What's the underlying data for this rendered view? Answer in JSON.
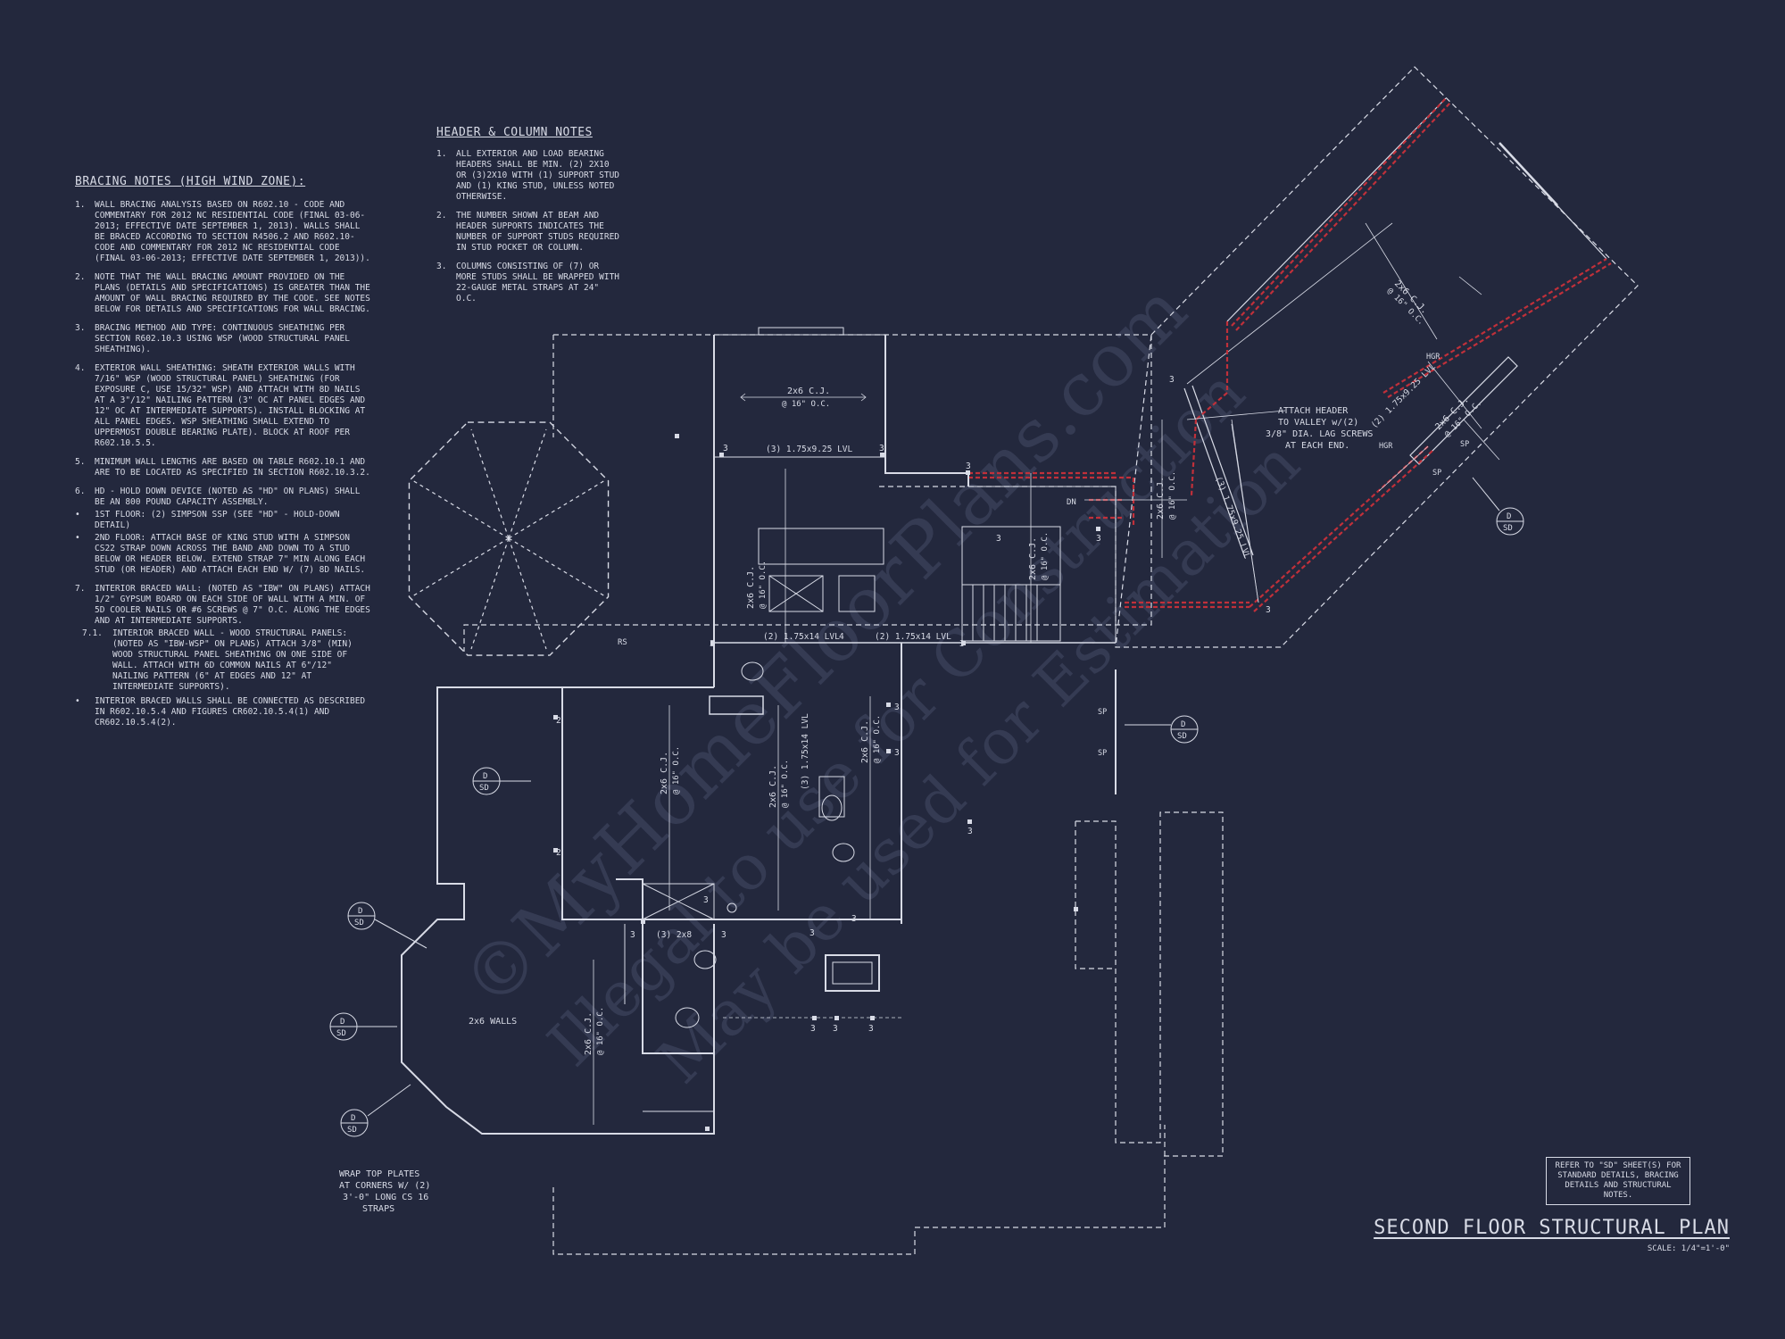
{
  "watermark": {
    "line1": "©MyHomeFloorPlans.com",
    "line2": "Illegal to use for Construction",
    "line3": "May be used for Estimation"
  },
  "bracing": {
    "title": "BRACING NOTES (HIGH WIND ZONE):",
    "notes": [
      {
        "num": "1.",
        "text": "WALL BRACING ANALYSIS BASED ON R602.10 - CODE AND COMMENTARY FOR 2012 NC RESIDENTIAL CODE (FINAL 03-06-2013; EFFECTIVE DATE SEPTEMBER 1, 2013). WALLS SHALL BE BRACED ACCORDING TO SECTION R4506.2 AND R602.10- CODE AND COMMENTARY FOR 2012 NC RESIDENTIAL CODE (FINAL 03-06-2013; EFFECTIVE DATE SEPTEMBER 1, 2013))."
      },
      {
        "num": "2.",
        "text": "NOTE THAT THE WALL BRACING AMOUNT PROVIDED ON THE PLANS (DETAILS AND SPECIFICATIONS) IS GREATER THAN THE AMOUNT OF WALL BRACING REQUIRED BY THE CODE. SEE NOTES BELOW FOR DETAILS AND SPECIFICATIONS FOR WALL BRACING."
      },
      {
        "num": "3.",
        "text": "BRACING METHOD AND TYPE: CONTINUOUS SHEATHING PER SECTION R602.10.3 USING WSP (WOOD STRUCTURAL PANEL SHEATHING)."
      },
      {
        "num": "4.",
        "text": "EXTERIOR WALL SHEATHING: SHEATH EXTERIOR WALLS WITH 7/16\" WSP (WOOD STRUCTURAL PANEL) SHEATHING (FOR EXPOSURE C, USE 15/32\" WSP) AND ATTACH WITH 8d NAILS AT A 3\"/12\" NAILING PATTERN (3\" OC AT PANEL EDGES AND 12\" OC AT INTERMEDIATE SUPPORTS). INSTALL BLOCKING AT ALL PANEL EDGES. WSP SHEATHING SHALL EXTEND TO UPPERMOST DOUBLE BEARING PLATE). BLOCK AT ROOF PER R602.10.5.5."
      },
      {
        "num": "5.",
        "text": "MINIMUM WALL LENGTHS ARE BASED ON TABLE R602.10.1 AND ARE TO BE LOCATED AS SPECIFIED IN SECTION R602.10.3.2."
      },
      {
        "num": "6.",
        "text": "HD - HOLD DOWN DEVICE (NOTED AS \"HD\" ON PLANS) SHALL BE AN 800 POUND CAPACITY ASSEMBLY."
      }
    ],
    "hd_bullets": [
      "1ST FLOOR: (2) SIMPSON SSP (SEE \"HD\" - HOLD-DOWN DETAIL)",
      "2ND FLOOR: ATTACH BASE OF KING STUD WITH A SIMPSON CS22 STRAP DOWN ACROSS THE BAND AND DOWN TO A STUD BELOW OR HEADER BELOW. EXTEND STRAP 7\" MIN ALONG EACH STUD (OR HEADER) AND ATTACH EACH END W/ (7) 8d NAILS."
    ],
    "note7": {
      "num": "7.",
      "text": "INTERIOR BRACED WALL: (NOTED AS \"IBW\" ON PLANS) ATTACH 1/2\" GYPSUM BOARD ON EACH SIDE OF WALL WITH A MIN. OF 5d COOLER NAILS OR #6 SCREWS @ 7\" O.C. ALONG THE EDGES AND AT INTERMEDIATE SUPPORTS."
    },
    "note71": {
      "num": "7.1.",
      "text": "INTERIOR BRACED WALL - WOOD STRUCTURAL PANELS: (NOTED AS \"IBW-WSP\" ON PLANS) ATTACH 3/8\" (MIN) WOOD STRUCTURAL PANEL SHEATHING ON ONE SIDE OF WALL. ATTACH WITH 6d COMMON NAILS AT 6\"/12\" NAILING PATTERN (6\" AT EDGES AND 12\" AT INTERMEDIATE SUPPORTS)."
    },
    "final_bullet": "INTERIOR BRACED WALLS SHALL BE CONNECTED AS DESCRIBED IN R602.10.5.4 AND FIGURES CR602.10.5.4(1) AND CR602.10.5.4(2)."
  },
  "header_notes": {
    "title": "HEADER & COLUMN NOTES",
    "notes": [
      {
        "num": "1.",
        "text": "ALL EXTERIOR AND LOAD BEARING HEADERS SHALL BE MIN. (2) 2x10 OR (3)2x10 WITH (1) SUPPORT STUD AND (1) KING STUD, UNLESS NOTED OTHERWISE."
      },
      {
        "num": "2.",
        "text": "THE NUMBER SHOWN AT BEAM AND HEADER SUPPORTS INDICATES THE NUMBER OF SUPPORT STUDS REQUIRED IN STUD POCKET OR COLUMN."
      },
      {
        "num": "3.",
        "text": "COLUMNS CONSISTING OF (7) OR MORE STUDS SHALL BE WRAPPED WITH 22-GAUGE METAL STRAPS AT 24\" O.C."
      }
    ]
  },
  "plan": {
    "cj_label": "2x6 C.J.",
    "oc_label": "@ 16\" O.C.",
    "lvl_1": "(3) 1.75x9.25 LVL",
    "lvl_2": "(2) 1.75x14 LVL",
    "lvl_3": "(2) 1.75x14 LVL",
    "lvl_4": "(3) 1.75x14 LVL",
    "lvl_5": "(2) 1.75x9.25 LVL",
    "lvl_6": "(3) 1.75x9.25 LVL",
    "header_3_2x8": "(3) 2x8",
    "rs": "RS",
    "dn": "DN",
    "hgr": "HGR",
    "sp": "SP",
    "stud_3": "3",
    "stud_2": "2",
    "stud_4": "4",
    "walls_2x6": "2x6 WALLS",
    "attach_header": [
      "ATTACH HEADER",
      "TO VALLEY w/(2)",
      "3/8\" DIA. LAG SCREWS",
      "AT EACH END."
    ],
    "wrap_plates": [
      "WRAP TOP PLATES",
      "AT CORNERS W/ (2)",
      "3'-0\" LONG CS 16",
      "STRAPS"
    ],
    "detail_d": "D",
    "detail_sd": "SD"
  },
  "refer_note": "REFER TO \"SD\" SHEET(S) FOR STANDARD DETAILS, BRACING DETAILS AND STRUCTURAL NOTES.",
  "title": "SECOND FLOOR STRUCTURAL PLAN",
  "scale": "SCALE: 1/4\"=1'-0\"",
  "colors": {
    "background": "#23283d",
    "line": "#d8dbe6",
    "red": "#c0303a",
    "watermark": "#3a4058"
  }
}
